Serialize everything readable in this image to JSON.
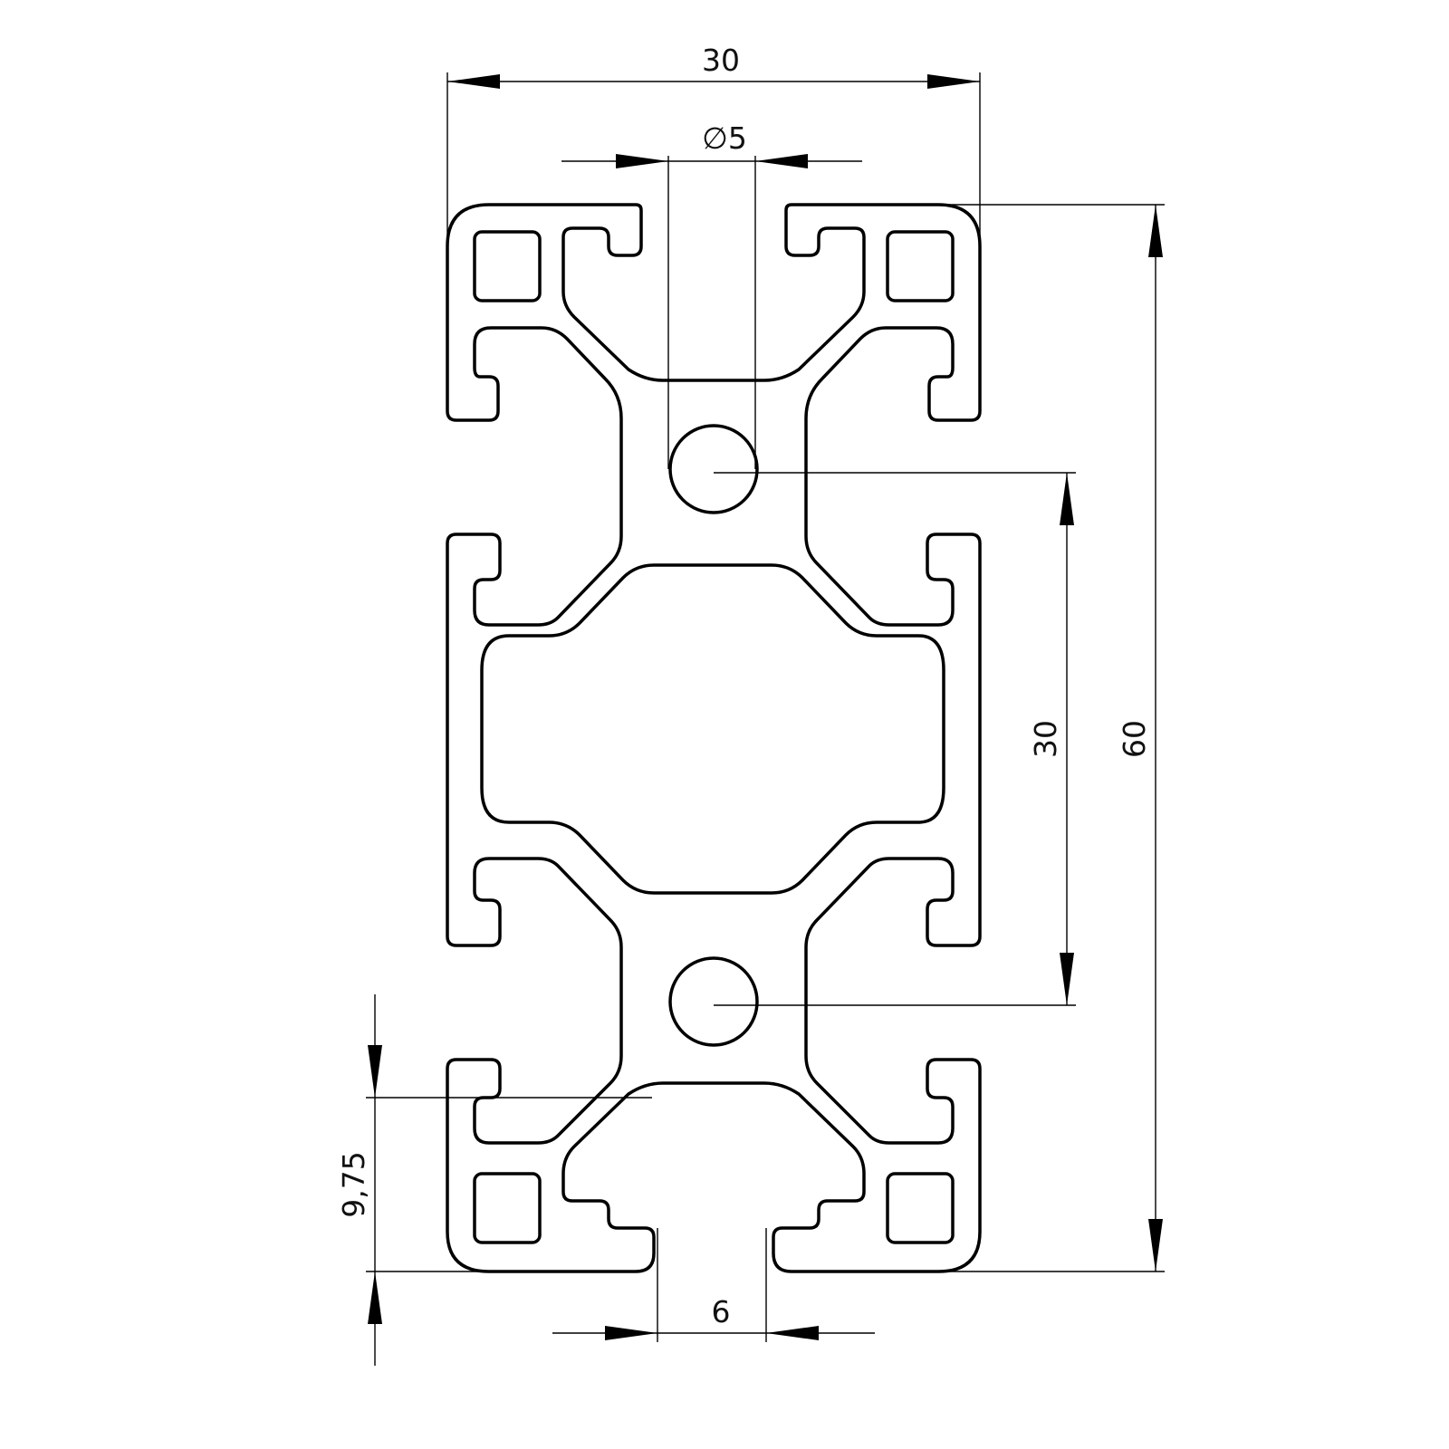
{
  "dimensions": {
    "width": "30",
    "hole_diameter": "∅5",
    "hole_spacing": "30",
    "height": "60",
    "slot_depth": "9,75",
    "slot_width": "6"
  },
  "colors": {
    "line": "#000000",
    "background": "#ffffff"
  }
}
